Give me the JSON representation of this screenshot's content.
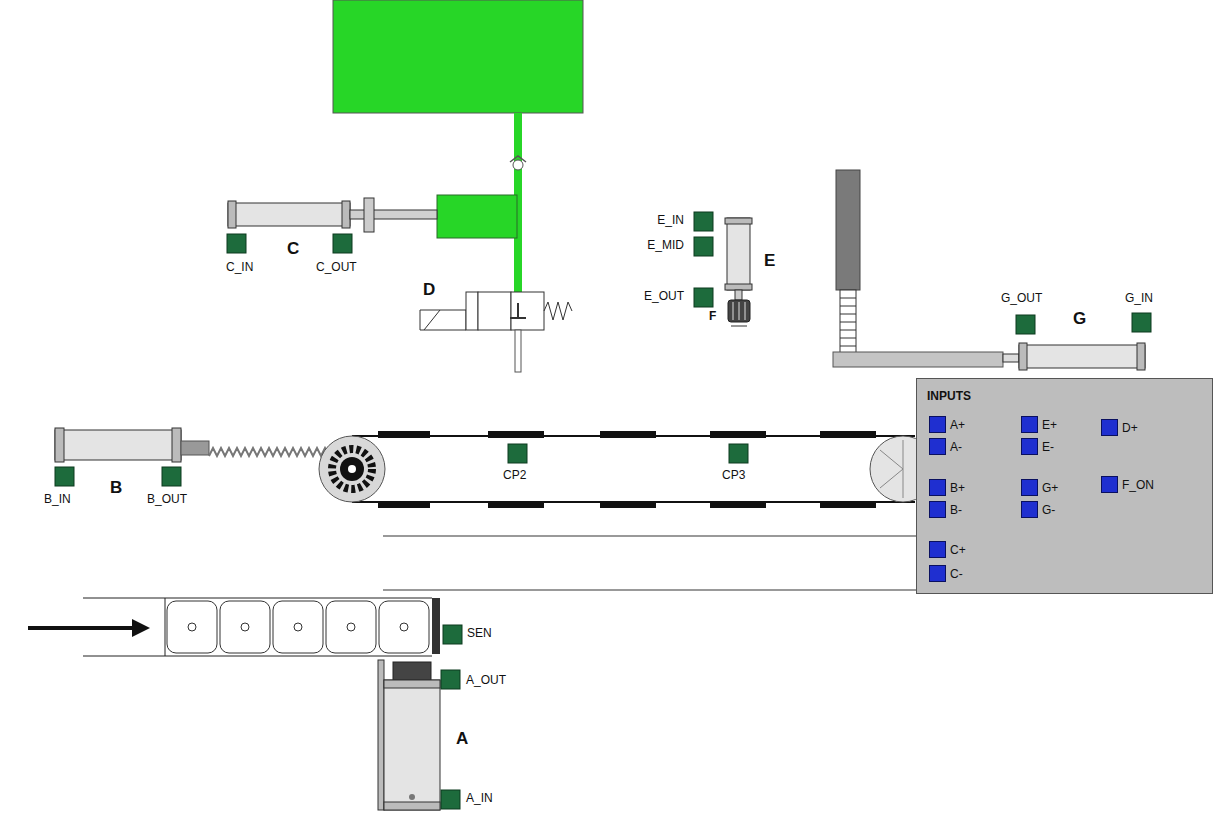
{
  "diagram": {
    "nodes": [
      {
        "text": [
          "INPUTS",
          "A+",
          "A-",
          "E+",
          "E-",
          "D+",
          "B+",
          "B-",
          "G+",
          "G-",
          "F_ON",
          "C+",
          "C-"
        ]
      }
    ],
    "labels": [
      "E_IN",
      "E_MID",
      "C",
      "E",
      "C_IN",
      "C_OUT",
      "G_OUT",
      "G_IN",
      "D",
      "E_OUT",
      "F",
      "G",
      "CP2",
      "CP3",
      "B",
      "B_IN",
      "B_OUT",
      "SEN",
      "A_OUT",
      "A",
      "A_IN"
    ]
  }
}
